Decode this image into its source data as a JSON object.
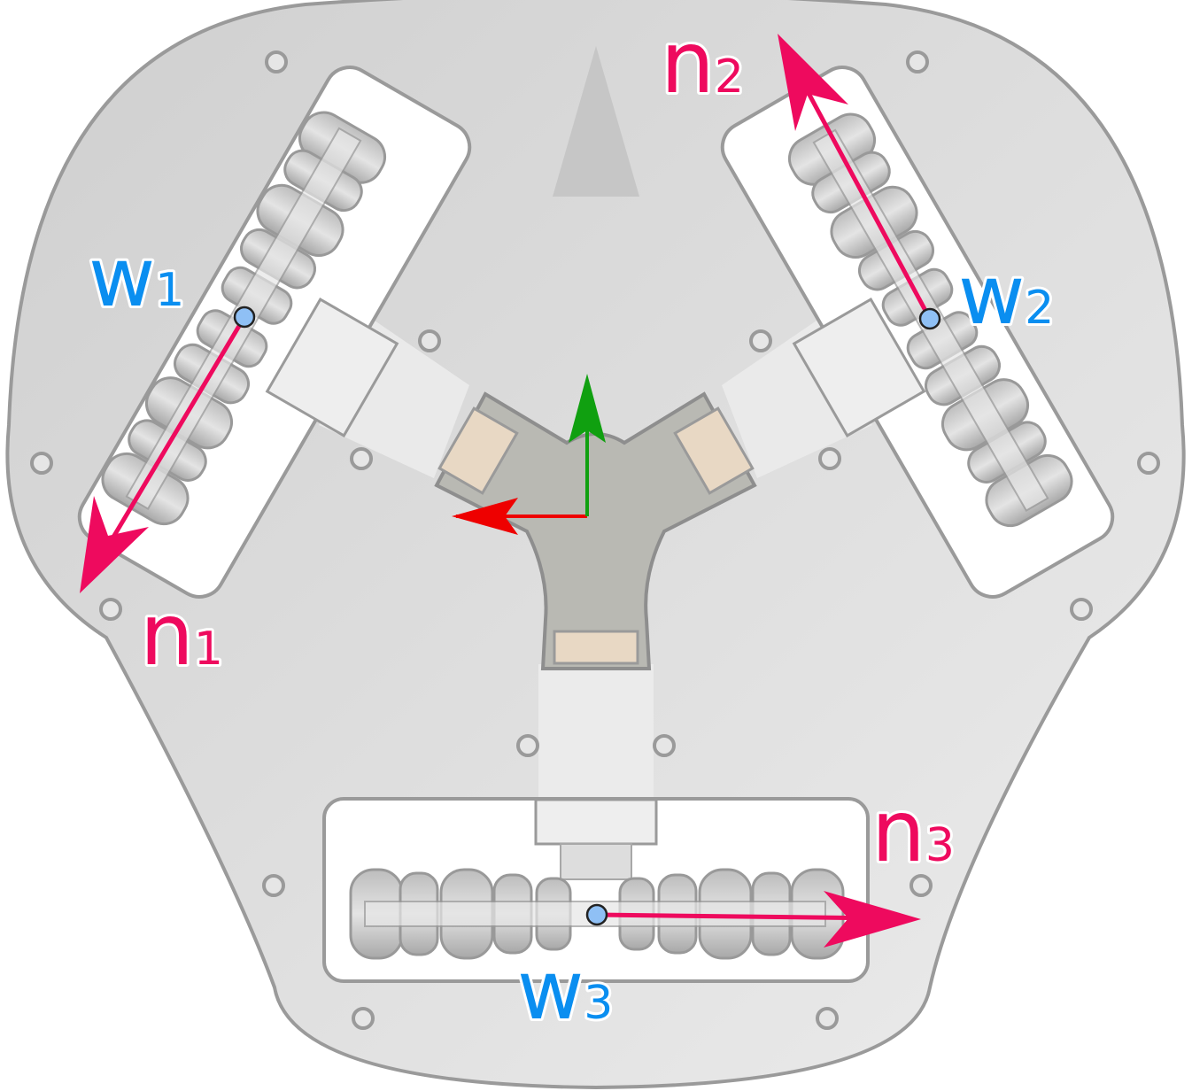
{
  "colors": {
    "normal_arrow": "#ee0a5e",
    "wheel_label": "#0a8ef0",
    "wheel_center": "#8fc0f5",
    "axis_x": "#ee0000",
    "axis_y": "#10a010",
    "chassis": "#d6d6d6",
    "frame": "#9a9a9a",
    "bracket_pad": "#e8d8c4"
  },
  "icons": {
    "arrow": "arrow-icon",
    "wheel": "omni-wheel-icon",
    "bolt": "bolt-icon"
  },
  "labels": {
    "n1": {
      "main": "n",
      "sub": "1"
    },
    "n2": {
      "main": "n",
      "sub": "2"
    },
    "n3": {
      "main": "n",
      "sub": "3"
    },
    "w1": {
      "main": "w",
      "sub": "1"
    },
    "w2": {
      "main": "w",
      "sub": "2"
    },
    "w3": {
      "main": "w",
      "sub": "3"
    }
  }
}
